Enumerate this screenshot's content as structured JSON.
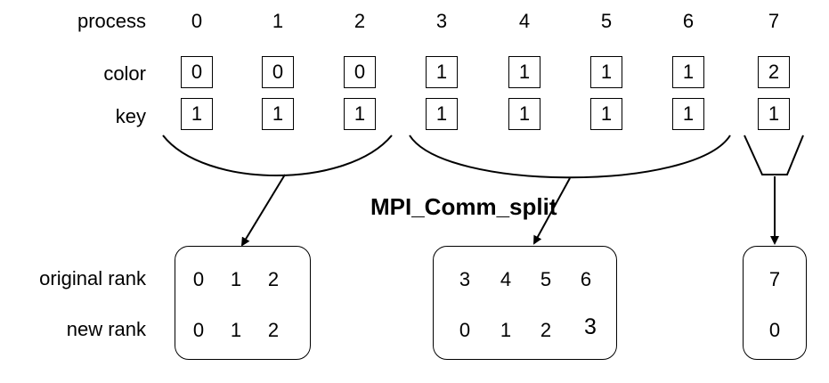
{
  "labels": {
    "process": "process",
    "color": "color",
    "key": "key",
    "original_rank": "original rank",
    "new_rank": "new rank",
    "function": "MPI_Comm_split"
  },
  "processes": [
    {
      "id": "0",
      "color": "0",
      "key": "1"
    },
    {
      "id": "1",
      "color": "0",
      "key": "1"
    },
    {
      "id": "2",
      "color": "0",
      "key": "1"
    },
    {
      "id": "3",
      "color": "1",
      "key": "1"
    },
    {
      "id": "4",
      "color": "1",
      "key": "1"
    },
    {
      "id": "5",
      "color": "1",
      "key": "1"
    },
    {
      "id": "6",
      "color": "1",
      "key": "1"
    },
    {
      "id": "7",
      "color": "2",
      "key": "1"
    }
  ],
  "groups": [
    {
      "original": [
        "0",
        "1",
        "2"
      ],
      "new": [
        "0",
        "1",
        "2"
      ]
    },
    {
      "original": [
        "3",
        "4",
        "5",
        "6"
      ],
      "new": [
        "0",
        "1",
        "2",
        "3"
      ]
    },
    {
      "original": [
        "7"
      ],
      "new": [
        "0"
      ]
    }
  ]
}
